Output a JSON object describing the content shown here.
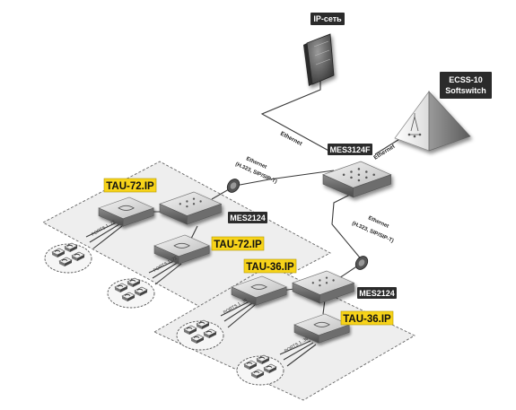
{
  "labels": {
    "ip_network": "IP-сеть",
    "softswitch_line1": "ECSS-10",
    "softswitch_line2": "Softswitch",
    "core_switch": "MES3124F",
    "access_switch_1": "MES2124",
    "access_switch_2": "MES2124",
    "tau72_a": "TAU-72.IP",
    "tau72_b": "TAU-72.IP",
    "tau36_a": "TAU-36.IP",
    "tau36_b": "TAU-36.IP",
    "eth_to_ipnet": "Ethernet",
    "eth_to_softswitch": "Ethernet",
    "eth_left_line1": "Ethernet",
    "eth_left_line2": "(H.323, SIP/SIP-T)",
    "eth_right_line1": "Ethernet",
    "eth_right_line2": "(H.323, SIP/SIP-T)",
    "ports_72_a": "PORTS 1..72",
    "ports_72_b": "PORTS 1..72",
    "ports_36_a": "PORTS 1..36",
    "ports_36_b": "PORTS 1..36"
  },
  "colors": {
    "label_highlight": "#f7d31a",
    "label_dark": "#2b2b2b",
    "zone_fill": "#eeeeee"
  }
}
